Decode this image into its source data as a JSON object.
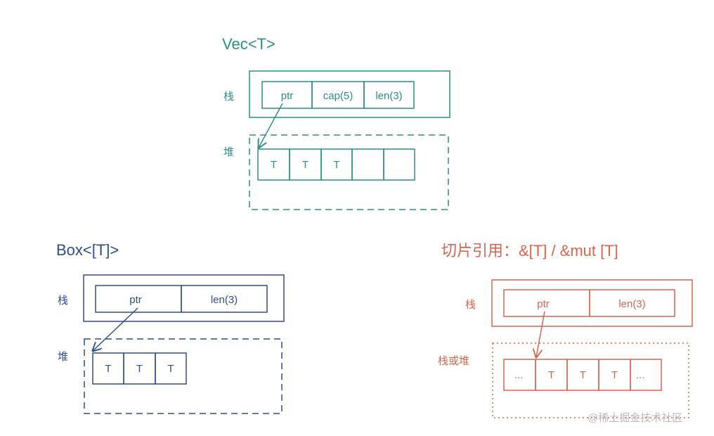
{
  "colors": {
    "vec": "#2a8f86",
    "box": "#2e4e8c",
    "slice": "#d9654f",
    "watermark": "#b9b9b9"
  },
  "vec": {
    "title": "Vec<T>",
    "stack_label": "栈",
    "heap_label": "堆",
    "stack_cells": [
      "ptr",
      "cap(5)",
      "len(3)"
    ],
    "heap_cells": [
      "T",
      "T",
      "T",
      "",
      ""
    ]
  },
  "box": {
    "title": "Box<[T]>",
    "stack_label": "栈",
    "heap_label": "堆",
    "stack_cells": [
      "ptr",
      "len(3)"
    ],
    "heap_cells": [
      "T",
      "T",
      "T"
    ]
  },
  "slice": {
    "title": "切片引用：&[T] / &mut [T]",
    "stack_label": "栈",
    "heap_label": "栈或堆",
    "stack_cells": [
      "ptr",
      "len(3)"
    ],
    "heap_cells": [
      "...",
      "T",
      "T",
      "T",
      "..."
    ]
  },
  "watermark": "@稀土掘金技术社区"
}
